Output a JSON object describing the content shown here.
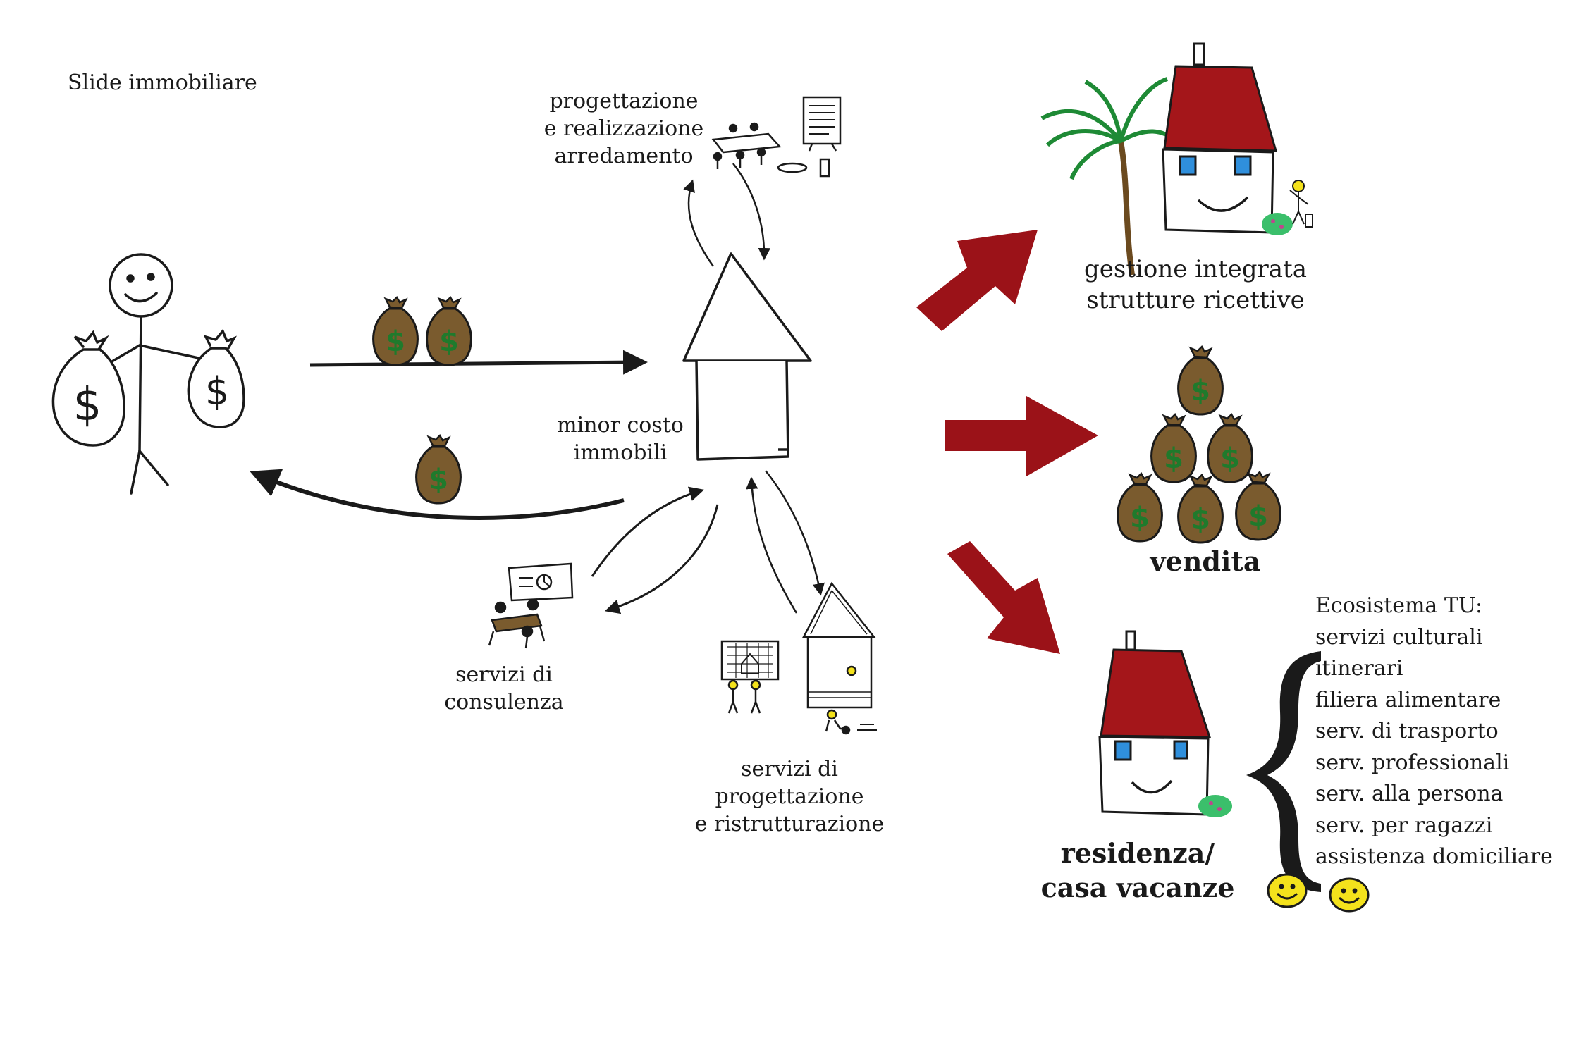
{
  "title": "Slide immobiliare",
  "labels": {
    "arredamento": [
      "progettazione",
      "e realizzazione",
      "arredamento"
    ],
    "center": [
      "minor costo",
      "immobili"
    ],
    "consulenza": [
      "servizi di",
      "consulenza"
    ],
    "ristrutturazione": [
      "servizi di",
      "progettazione",
      "e ristrutturazione"
    ],
    "gestione": [
      "gestione integrata",
      "strutture ricettive"
    ],
    "vendita": "vendita",
    "residenza": [
      "residenza/",
      "casa vacanze"
    ]
  },
  "ecosystem": {
    "title": "Ecosistema TU:",
    "items": [
      "servizi culturali",
      "itinerari",
      "filiera alimentare",
      "serv. di trasporto",
      "serv. professionali",
      "serv. alla persona",
      "serv. per ragazzi",
      "assistenza domiciliare"
    ]
  },
  "colors": {
    "ink": "#1a1a1a",
    "roof_red": "#a4161a",
    "arrow_red": "#9b1218",
    "bag_brown": "#7a5b2e",
    "dollar_green": "#1f7a2c",
    "window_blue": "#2f8fdc",
    "smiley_yellow": "#f4e21c",
    "palm_green": "#1e8a35",
    "palm_trunk": "#6b4a1f",
    "bush_green": "#3bbf6b"
  },
  "icons": {
    "investor": "stick-figure-with-money-bags-icon",
    "money_bag": "money-bag-icon",
    "house": "house-icon",
    "smiley": "smiley-face-icon"
  }
}
